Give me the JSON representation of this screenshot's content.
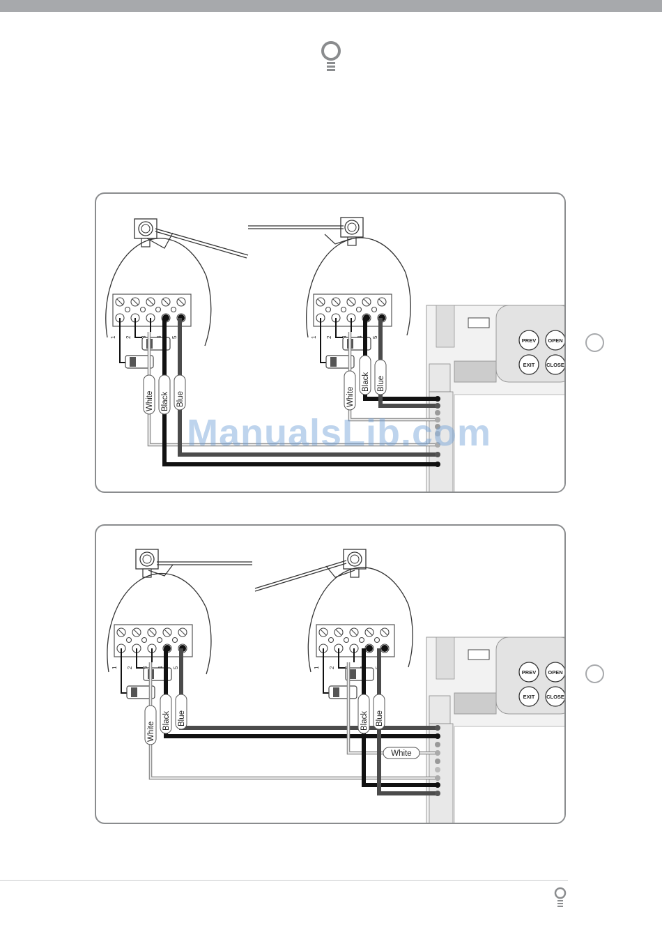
{
  "wire_colors": {
    "white": "#e8e8e8",
    "black": "#111111",
    "blue": "#4b4b4b",
    "outline": "#777777"
  },
  "wire_labels": {
    "white": "White",
    "black": "Black",
    "blue": "Blue"
  },
  "terminal_numbers": [
    "1",
    "2",
    "3",
    "4",
    "5"
  ],
  "control_buttons": {
    "prev": "PREV",
    "open": "OPEN",
    "exit": "EXIT",
    "close": "CLOSE"
  },
  "watermark": "ManualsLib.com"
}
